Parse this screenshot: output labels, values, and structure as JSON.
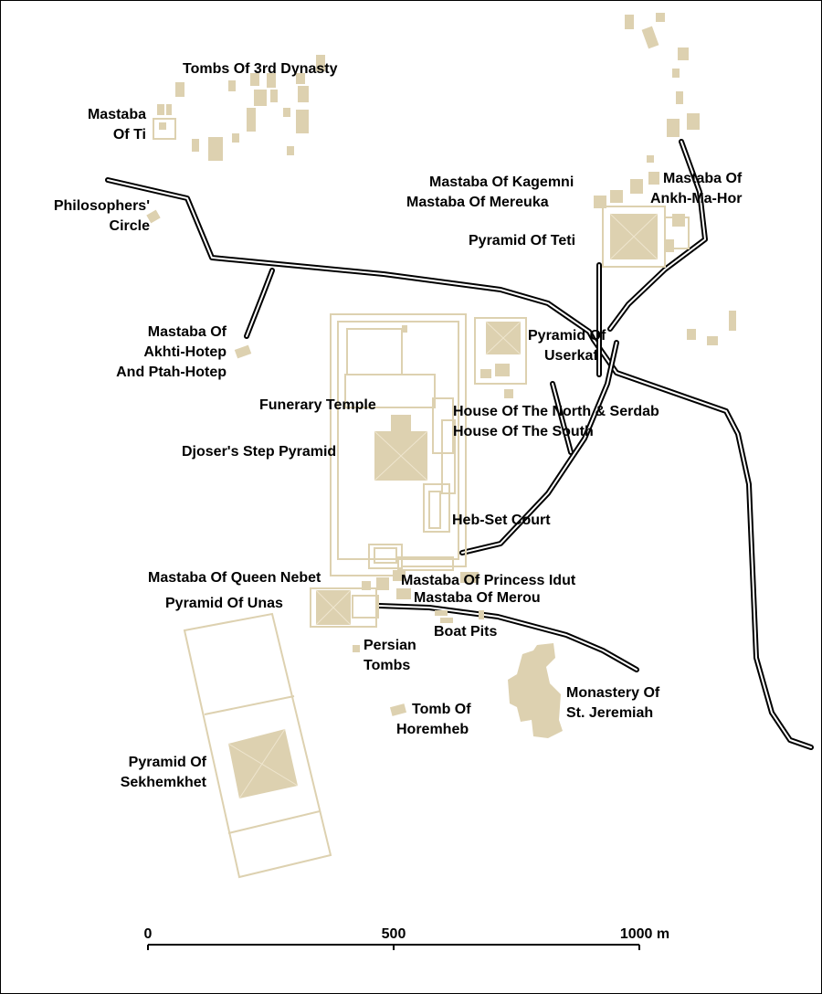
{
  "labels": {
    "tombs_3rd_dynasty": "Tombs Of 3rd Dynasty",
    "mastaba_ti_1": "Mastaba",
    "mastaba_ti_2": "Of Ti",
    "philosophers_1": "Philosophers'",
    "philosophers_2": "Circle",
    "kagemni": "Mastaba Of Kagemni",
    "mereuka": "Mastaba Of Mereuka",
    "ankh_1": "Mastaba Of",
    "ankh_2": "Ankh-Ma-Hor",
    "teti": "Pyramid Of Teti",
    "akhti_1": "Mastaba Of",
    "akhti_2": "Akhti-Hotep",
    "akhti_3": "And Ptah-Hotep",
    "userkaf_1": "Pyramid Of",
    "userkaf_2": "Userkaf",
    "funerary": "Funerary Temple",
    "house_north": "House Of The North & Serdab",
    "house_south": "House Of The South",
    "djoser": "Djoser's Step Pyramid",
    "hebset": "Heb-Set Court",
    "nebet": "Mastaba Of Queen Nebet",
    "idut": "Mastaba Of Princess Idut",
    "unas": "Pyramid Of Unas",
    "merou": "Mastaba Of Merou",
    "boat_pits": "Boat Pits",
    "persian_1": "Persian",
    "persian_2": "Tombs",
    "monastery_1": "Monastery Of",
    "monastery_2": "St. Jeremiah",
    "horemheb_1": "Tomb Of",
    "horemheb_2": "Horemheb",
    "sekhemkhet_1": "Pyramid Of",
    "sekhemkhet_2": "Sekhemkhet"
  },
  "scale_bar": {
    "tick_0": "0",
    "tick_500": "500",
    "tick_1000": "1000 m"
  },
  "colors": {
    "monument": "#ddd1b0",
    "road": "#000000",
    "background": "#ffffff"
  }
}
